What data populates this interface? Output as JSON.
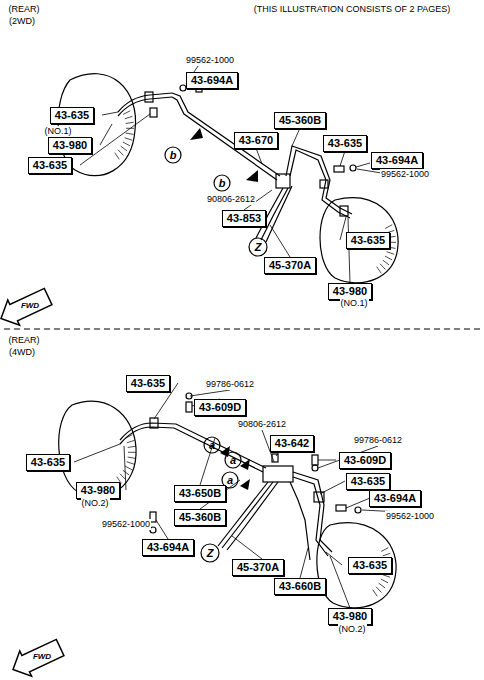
{
  "diagram": {
    "nodes": [
      {
        "text": [
          "43-694A"
        ]
      },
      {
        "text": [
          "43-635"
        ]
      },
      {
        "text": [
          "43-980"
        ]
      },
      {
        "text": [
          "43-635"
        ]
      },
      {
        "text": [
          "45-360B"
        ]
      },
      {
        "text": [
          "43-670"
        ]
      },
      {
        "text": [
          "43-635"
        ]
      },
      {
        "text": [
          "43-694A"
        ]
      },
      {
        "text": [
          "43-853"
        ]
      },
      {
        "text": [
          "45-370A"
        ]
      },
      {
        "text": [
          "43-635"
        ]
      },
      {
        "text": [
          "43-980"
        ]
      },
      {
        "text": [
          "43-635"
        ]
      },
      {
        "text": [
          "43-609D"
        ]
      },
      {
        "text": [
          "43-642"
        ]
      },
      {
        "text": [
          "43-609D"
        ]
      },
      {
        "text": [
          "43-635"
        ]
      },
      {
        "text": [
          "43-635"
        ]
      },
      {
        "text": [
          "43-694A"
        ]
      },
      {
        "text": [
          "43-980"
        ]
      },
      {
        "text": [
          "43-650B"
        ]
      },
      {
        "text": [
          "45-360B"
        ]
      },
      {
        "text": [
          "43-694A"
        ]
      },
      {
        "text": [
          "45-370A"
        ]
      },
      {
        "text": [
          "43-660B"
        ]
      },
      {
        "text": [
          "43-635"
        ]
      },
      {
        "text": [
          "43-980"
        ]
      }
    ],
    "labels": [
      "(REAR)",
      "(2WD)",
      "(THIS ILLUSTRATION CONSISTS OF 2 PAGES)",
      "99562-1000",
      "(NO.1)",
      "b",
      "b",
      "90806-2612",
      "99562-1000",
      "Z",
      "(NO.1)",
      "FWD",
      "(REAR)",
      "(4WD)",
      "99786-0612",
      "90806-2612",
      "a",
      "a",
      "a",
      "99786-0612",
      "(NO.2)",
      "99562-1000",
      "Z",
      "99562-1000",
      "(NO.2)",
      "FWD"
    ]
  }
}
